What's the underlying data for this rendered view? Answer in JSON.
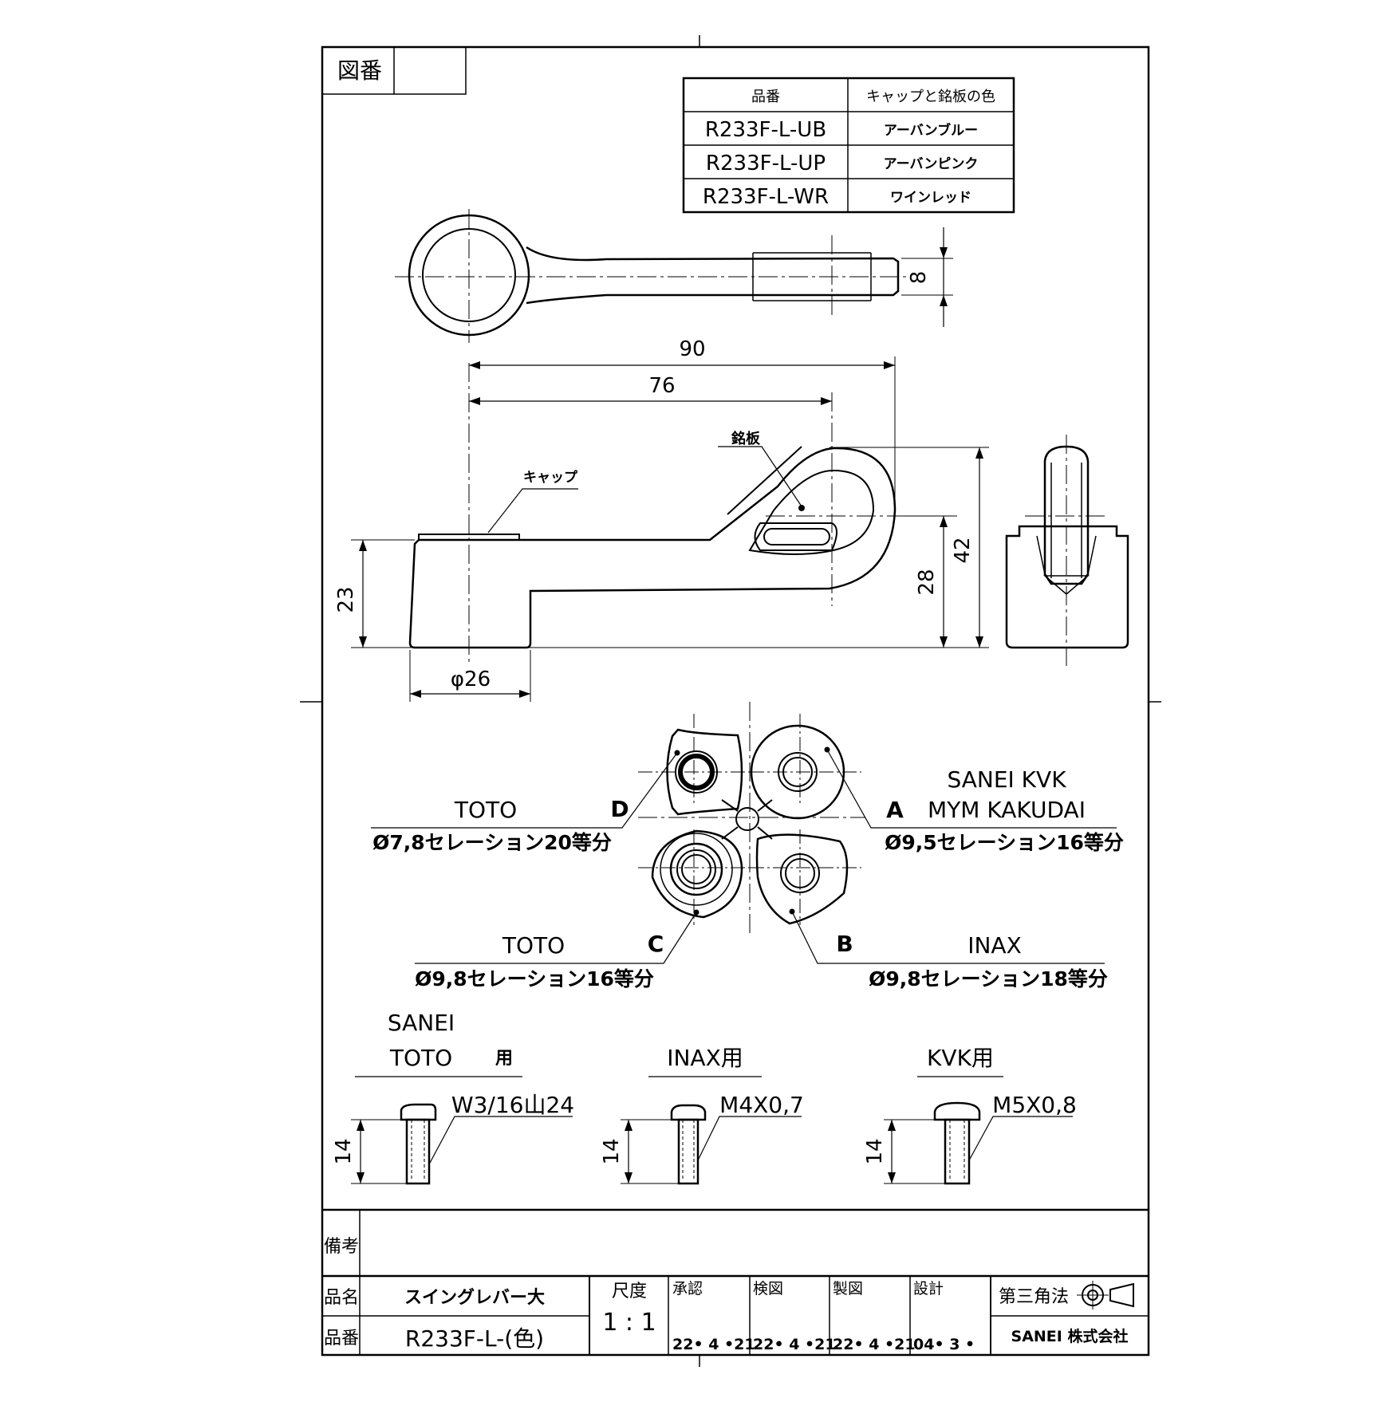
{
  "drawing_number_label": "図番",
  "drawing_number_value": "",
  "color_table": {
    "headers": [
      "品番",
      "キャップと銘板の色"
    ],
    "rows": [
      {
        "part_no": "R233F-L-UB",
        "color": "アーバンブルー"
      },
      {
        "part_no": "R233F-L-UP",
        "color": "アーバンピンク"
      },
      {
        "part_no": "R233F-L-WR",
        "color": "ワインレッド"
      }
    ]
  },
  "dimensions": {
    "top_thickness": "8",
    "length_overall": "90",
    "length_center": "76",
    "height_overall": "42",
    "height_plate": "28",
    "height_base": "23",
    "base_diameter": "φ26"
  },
  "labels": {
    "cap": "キャップ",
    "nameplate": "銘板"
  },
  "adapters": {
    "A": {
      "letter": "A",
      "makers_line1": "SANEI KVK",
      "makers_line2": "MYM KAKUDAI",
      "spec": "Ø9,5セレーション16等分"
    },
    "B": {
      "letter": "B",
      "makers": "INAX",
      "spec": "Ø9,8セレーション18等分"
    },
    "C": {
      "letter": "C",
      "makers": "TOTO",
      "spec": "Ø9,8セレーション16等分"
    },
    "D": {
      "letter": "D",
      "makers": "TOTO",
      "spec": "Ø7,8セレーション20等分"
    }
  },
  "screws": [
    {
      "title_line1": "SANEI",
      "title_line2": "TOTO",
      "use": "用",
      "thread": "W3/16山24",
      "length": "14"
    },
    {
      "title_line2": "INAX用",
      "thread": "M4X0,7",
      "length": "14"
    },
    {
      "title_line2": "KVK用",
      "thread": "M5X0,8",
      "length": "14"
    }
  ],
  "title_block": {
    "remarks_label": "備考",
    "name_label": "品名",
    "name_value": "スイングレバー大",
    "number_label": "品番",
    "number_value": "R233F-L-(色)",
    "scale_label": "尺度",
    "scale_value": "1 : 1",
    "approval_label": "承認",
    "approval_date": "22• 4 •21",
    "check_label": "検図",
    "check_date": "22• 4 •21",
    "draw_label": "製図",
    "draw_date": "22• 4 •21",
    "design_label": "設計",
    "design_date": "04• 3 •",
    "projection": "第三角法",
    "company": "SANEI 株式会社"
  }
}
